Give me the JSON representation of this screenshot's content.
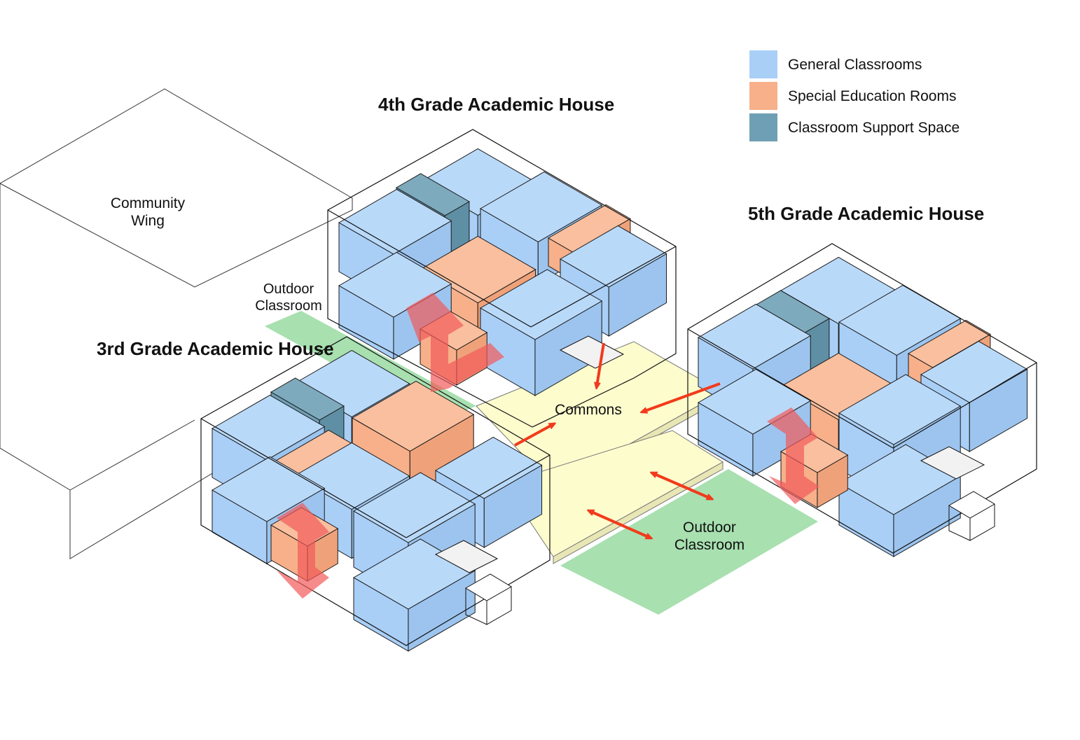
{
  "legend": {
    "items": [
      {
        "label": "General Classrooms",
        "color": "#a9cff7"
      },
      {
        "label": "Special Education Rooms",
        "color": "#f7b08a"
      },
      {
        "label": "Classroom Support Space",
        "color": "#6f9fb4"
      }
    ]
  },
  "labels": {
    "house_4th": "4th Grade Academic House",
    "house_5th": "5th Grade Academic House",
    "house_3rd": "3rd Grade Academic House",
    "community_line1": "Community",
    "community_line2": "Wing",
    "outdoor_top_line1": "Outdoor",
    "outdoor_top_line2": "Classroom",
    "outdoor_bottom_line1": "Outdoor",
    "outdoor_bottom_line2": "Classroom",
    "commons": "Commons"
  },
  "colors": {
    "general": "#a9cff7",
    "general_side": "#9cc4ee",
    "special": "#f7b08a",
    "special_side": "#efa27a",
    "support": "#6f9fb4",
    "support_side": "#5f8fa5",
    "commons": "#fdfccd",
    "outdoor": "#a8e0b0",
    "arrow": "#f23a1c",
    "circulation": "#f25a5a"
  }
}
